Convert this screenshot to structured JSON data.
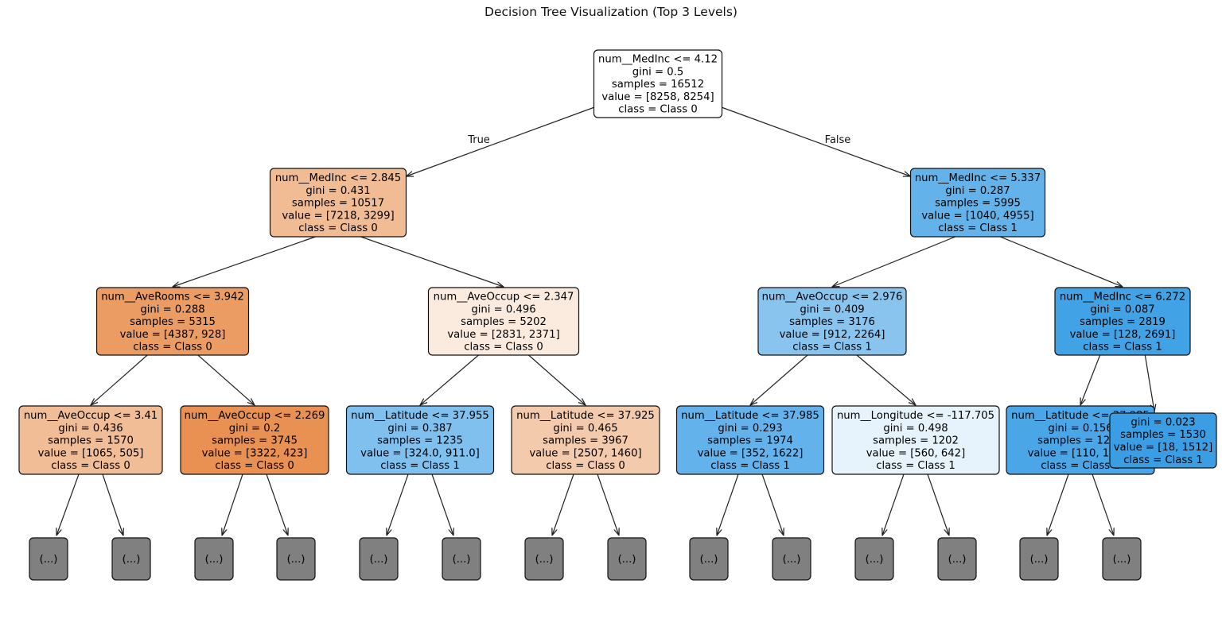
{
  "title": "Decision Tree Visualization (Top 3 Levels)",
  "colors": {
    "class0_strong": "#e58139",
    "class1_strong": "#399de5",
    "truncated": "#808080",
    "edge": "#222222"
  },
  "edge_labels": {
    "true": "True",
    "false": "False"
  },
  "truncated_label": "(...)",
  "nodes": [
    {
      "id": "n0",
      "lines": [
        "num__MedInc <= 4.12",
        "gini = 0.5",
        "samples = 16512",
        "value = [8258, 8254]",
        "class = Class 0"
      ],
      "fill": "#ffffff"
    },
    {
      "id": "n1",
      "lines": [
        "num__MedInc <= 2.845",
        "gini = 0.431",
        "samples = 10517",
        "value = [7218, 3299]",
        "class = Class 0"
      ],
      "fill": "#f1bb94"
    },
    {
      "id": "n2",
      "lines": [
        "num__MedInc <= 5.337",
        "gini = 0.287",
        "samples = 5995",
        "value = [1040, 4955]",
        "class = Class 1"
      ],
      "fill": "#63b2ea"
    },
    {
      "id": "n3",
      "lines": [
        "num__AveRooms <= 3.942",
        "gini = 0.288",
        "samples = 5315",
        "value = [4387, 928]",
        "class = Class 0"
      ],
      "fill": "#eb9c63"
    },
    {
      "id": "n4",
      "lines": [
        "num__AveOccup <= 2.347",
        "gini = 0.496",
        "samples = 5202",
        "value = [2831, 2371]",
        "class = Class 0"
      ],
      "fill": "#fbebdf"
    },
    {
      "id": "n5",
      "lines": [
        "num__AveOccup <= 2.976",
        "gini = 0.409",
        "samples = 3176",
        "value = [912, 2264]",
        "class = Class 1"
      ],
      "fill": "#89c4ef"
    },
    {
      "id": "n6",
      "lines": [
        "num__MedInc <= 6.272",
        "gini = 0.087",
        "samples = 2819",
        "value = [128, 2691]",
        "class = Class 1"
      ],
      "fill": "#42a2e6"
    },
    {
      "id": "n7",
      "lines": [
        "num__AveOccup <= 3.41",
        "gini = 0.436",
        "samples = 1570",
        "value = [1065, 505]",
        "class = Class 0"
      ],
      "fill": "#f1bd97"
    },
    {
      "id": "n8",
      "lines": [
        "num__AveOccup <= 2.269",
        "gini = 0.2",
        "samples = 3745",
        "value = [3322, 423]",
        "class = Class 0"
      ],
      "fill": "#e89152"
    },
    {
      "id": "n9",
      "lines": [
        "num__Latitude <= 37.955",
        "gini = 0.387",
        "samples = 1235",
        "value = [324.0, 911.0]",
        "class = Class 1"
      ],
      "fill": "#7fc0ee"
    },
    {
      "id": "n10",
      "lines": [
        "num__Latitude <= 37.925",
        "gini = 0.465",
        "samples = 3967",
        "value = [2507, 1460]",
        "class = Class 0"
      ],
      "fill": "#f4caac"
    },
    {
      "id": "n11",
      "lines": [
        "num__Latitude <= 37.985",
        "gini = 0.293",
        "samples = 1974",
        "value = [352, 1622]",
        "class = Class 1"
      ],
      "fill": "#64b2eb"
    },
    {
      "id": "n12",
      "lines": [
        "num__Longitude <= -117.705",
        "gini = 0.498",
        "samples = 1202",
        "value = [560, 642]",
        "class = Class 1"
      ],
      "fill": "#e6f3fc"
    },
    {
      "id": "n13",
      "lines": [
        "num__Latitude <= 37.985",
        "gini = 0.156",
        "samples = 1289",
        "value = [110, 1179]",
        "class = Class 1"
      ],
      "fill": "#4ba6e7"
    },
    {
      "id": "n14",
      "lines": [
        "gini = 0.023",
        "samples = 1530",
        "value = [18, 1512]",
        "class = Class 1"
      ],
      "fill": "#3b9ee5"
    }
  ]
}
